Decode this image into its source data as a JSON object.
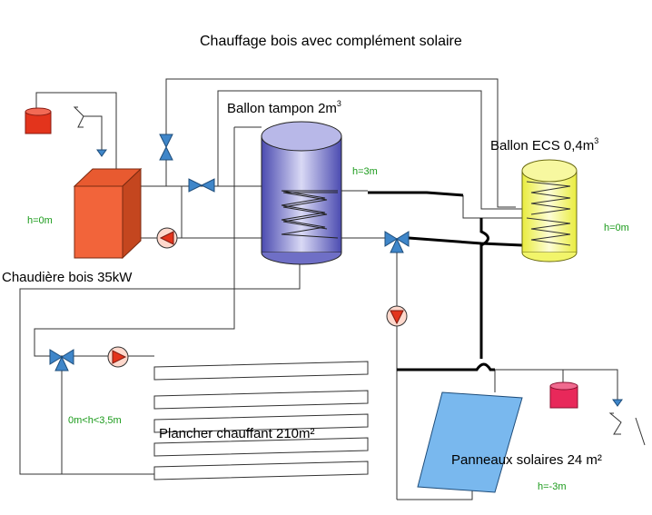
{
  "title": "Chauffage bois avec complément solaire",
  "labels": {
    "ballon_tampon": "Ballon tampon 2m",
    "ballon_tampon_exp": "3",
    "ballon_ecs": "Ballon ECS 0,4m",
    "ballon_ecs_exp": "3",
    "chaudiere": "Chaudière bois 35kW",
    "plancher": "Plancher chauffant 210m²",
    "panneaux": "Panneaux solaires 24 m²"
  },
  "heights": {
    "chaudiere": "h=0m",
    "tampon": "h=3m",
    "ecs": "h=0m",
    "plancher": "0m<h<3,5m",
    "panneaux": "h=-3m"
  },
  "colors": {
    "chaudiere_front": "#f2643a",
    "chaudiere_side": "#c4461f",
    "tampon_fill": "#6f6fc6",
    "ecs_fill": "#f2f56a",
    "panel_fill": "#79b8ee",
    "pump_red": "#e3341c",
    "valve_blue": "#3f86c9",
    "expansion_red": "#e3341c",
    "expansion_pink": "#e8285a"
  }
}
